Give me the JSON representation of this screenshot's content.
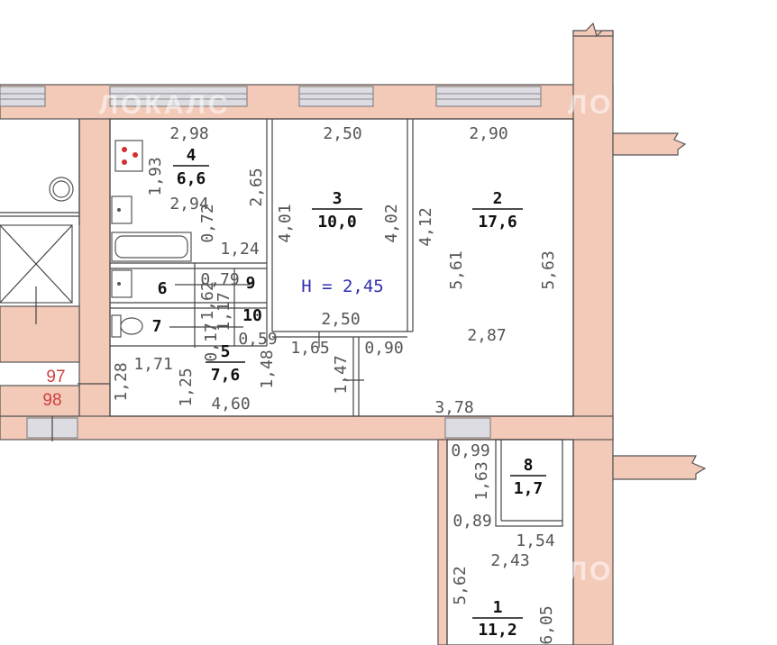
{
  "watermark": "ЛОКАЛС",
  "height_label": "H = 2,45",
  "unit_numbers": [
    "97",
    "98"
  ],
  "rooms": [
    {
      "number": "1",
      "area": "11,2"
    },
    {
      "number": "2",
      "area": "17,6"
    },
    {
      "number": "3",
      "area": "10,0"
    },
    {
      "number": "4",
      "area": "6,6"
    },
    {
      "number": "5",
      "area": "7,6"
    },
    {
      "number": "6",
      "area": ""
    },
    {
      "number": "7",
      "area": ""
    },
    {
      "number": "8",
      "area": "1,7"
    },
    {
      "number": "9",
      "area": ""
    },
    {
      "number": "10",
      "area": ""
    }
  ],
  "dimensions": {
    "r4_top": "2,98",
    "r4_side": "1,93",
    "r4_mid": "2,94",
    "r4_right": "2,65",
    "r3_top": "2,50",
    "r3_left": "4,01",
    "r3_right": "4,02",
    "r3_bottom": "2,50",
    "r2_top": "2,90",
    "r2_left": "4,12",
    "r2_mid": "5,61",
    "r2_right": "5,63",
    "r2_bottom": "2,87",
    "b_72": "0,72",
    "b_124": "1,24",
    "b_62": "1,62",
    "b_79": "0,79",
    "b_117": "1,17",
    "b_17": "0,17",
    "b_59": "0,59",
    "b_148": "1,48",
    "r5_171": "1,71",
    "r5_128": "1,28",
    "r5_125": "1,25",
    "r5_460": "4,60",
    "r5_165": "1,65",
    "r5_090": "0,90",
    "r5_147": "1,47",
    "c_378": "3,78",
    "c_099": "0,99",
    "c_163": "1,63",
    "c_089": "0,89",
    "c_154": "1,54",
    "c_243": "2,43",
    "c_562": "5,62",
    "c_605": "6,05"
  }
}
